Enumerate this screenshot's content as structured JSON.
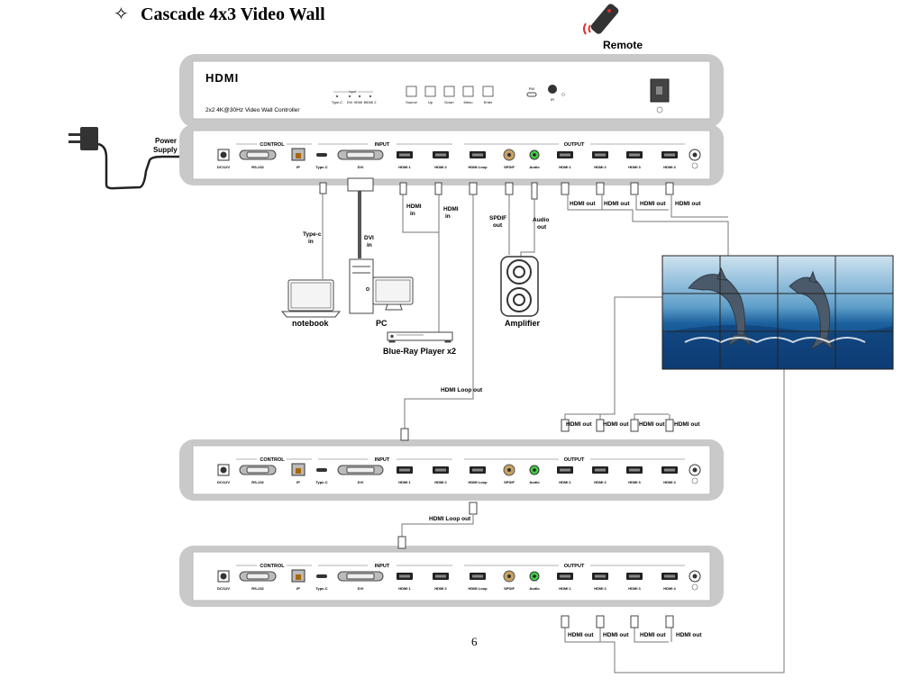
{
  "heading": {
    "bullet": "✧",
    "title": "Cascade 4x3 Video Wall"
  },
  "remote_label": "Remote",
  "power_label": [
    "Power",
    "Supply"
  ],
  "front_panel": {
    "logo": "HDMI",
    "model": "2x2 4K@30Hz Video Wall Controller",
    "input_title": "Input",
    "input_leds": [
      "Type-C",
      "DVI",
      "HDMI 1",
      "HDMI 2"
    ],
    "buttons": [
      "Source",
      "Up",
      "Down",
      "Menu",
      "Enter"
    ],
    "pw_label": "PW",
    "ir_label": "IR"
  },
  "rear_panel": {
    "group_control": "CONTROL",
    "group_input": "INPUT",
    "group_output": "OUTPUT",
    "ports": [
      "DC/12V",
      "RS-232",
      "IP",
      "Type-C",
      "DVI",
      "HDMI 1",
      "HDMI 2",
      "HDMI Loop",
      "SPDIF",
      "Audio",
      "HDMI 1",
      "HDMI 2",
      "HDMI 3",
      "HDMI 4"
    ]
  },
  "devices": {
    "typec_in": [
      "Type-c",
      "in"
    ],
    "dvi_in": [
      "DVI",
      "in"
    ],
    "hdmi_in_a": [
      "HDMI",
      "in"
    ],
    "hdmi_in_b": [
      "HDMI",
      "in"
    ],
    "spdif_out": [
      "SPDIF",
      "out"
    ],
    "audio_out": [
      "Audio",
      "out"
    ],
    "notebook": "notebook",
    "pc": "PC",
    "bluray": "Blue-Ray Player",
    "bluray_count": "x2",
    "amplifier": "Amplifier"
  },
  "hdmi_out_label": "HDMI out",
  "hdmi_loop_out_label": "HDMI Loop out",
  "page_number": "6"
}
